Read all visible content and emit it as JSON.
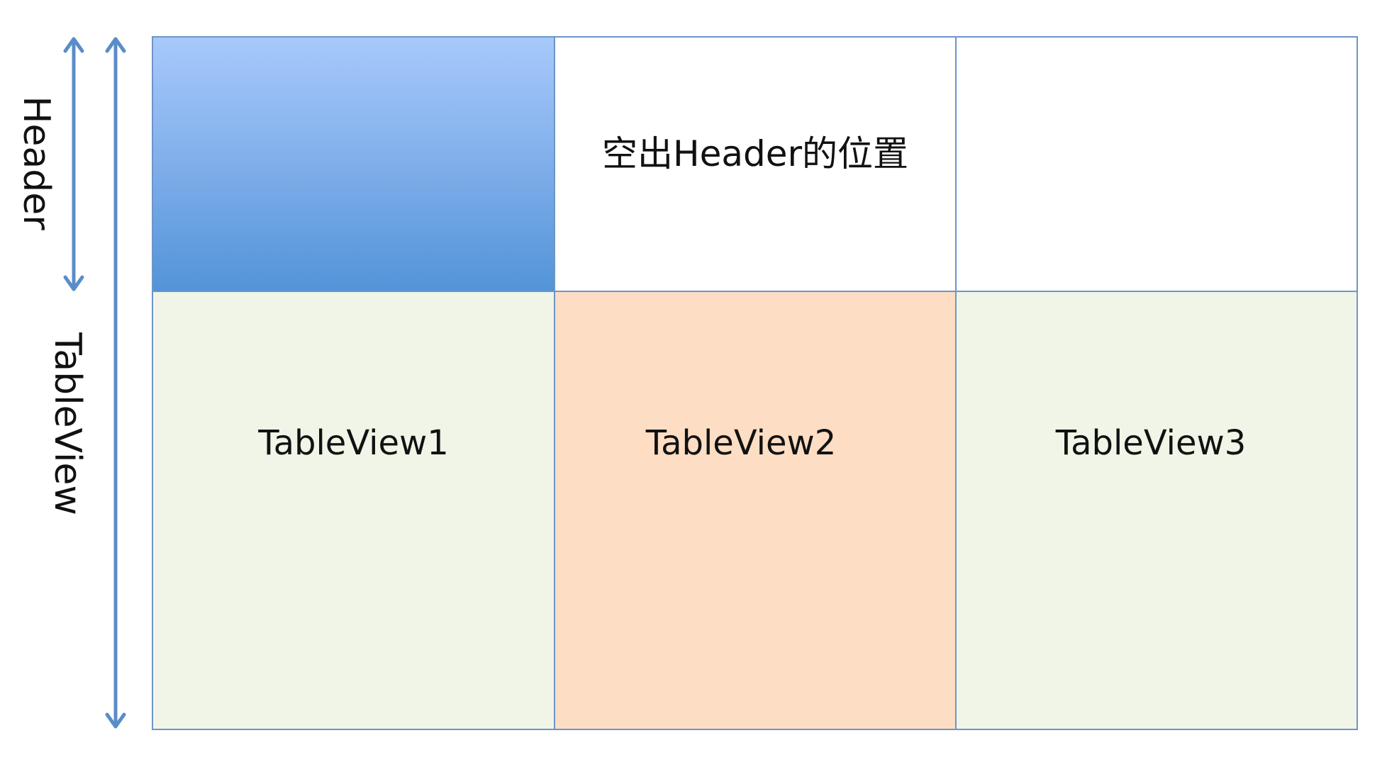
{
  "labels": {
    "header": "Header",
    "tableview": "TableView"
  },
  "cells": {
    "header_placeholder": "空出Header的位置",
    "tableview1": "TableView1",
    "tableview2": "TableView2",
    "tableview3": "TableView3"
  },
  "colors": {
    "border": "#6d95c8",
    "arrow": "#5b8cc8",
    "header_gradient_top": "#a7c9fb",
    "header_gradient_bottom": "#5294d8",
    "tableview_green": "#f1f5e8",
    "tableview_orange": "#fddec5"
  }
}
